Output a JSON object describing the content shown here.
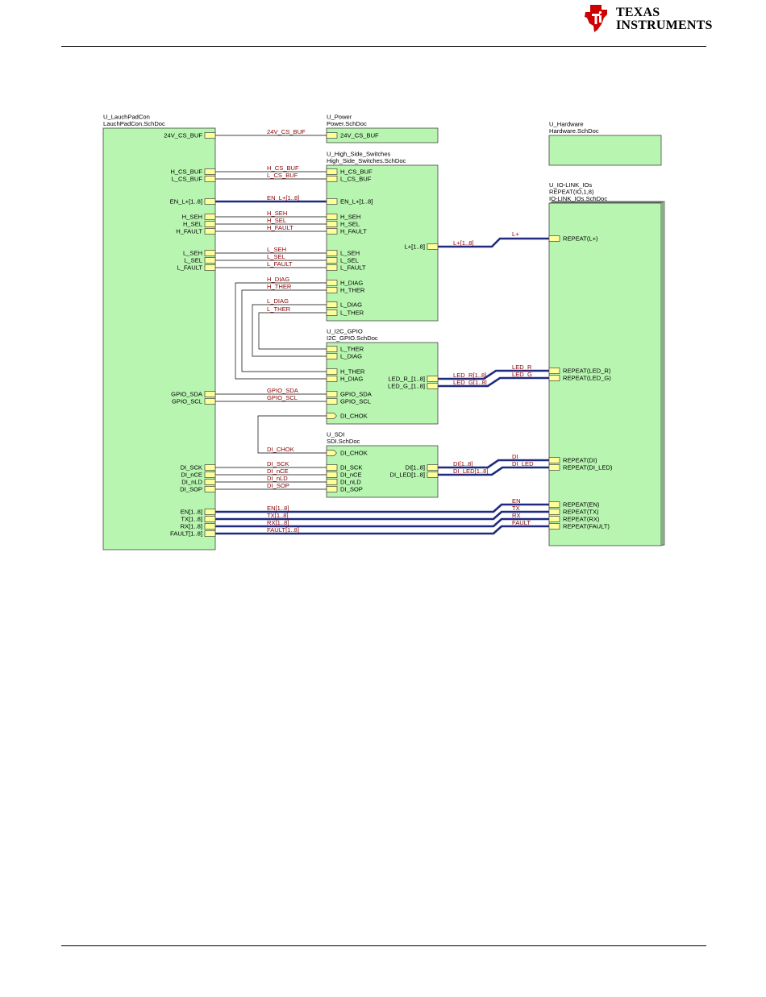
{
  "logo": {
    "line1": "TEXAS",
    "line2": "INSTRUMENTS",
    "icon": "ti-state-logo-icon"
  },
  "colors": {
    "block_fill": "#b7f5b0",
    "block_border": "#444444",
    "port_fill": "#ffff99",
    "bus": "#1f2a80",
    "net_label": "#8b0000"
  },
  "blocks": [
    {
      "id": "launchpad",
      "name": "U_LauchPadCon",
      "file": "LauchPadCon.SchDoc"
    },
    {
      "id": "power",
      "name": "U_Power",
      "file": "Power.SchDoc"
    },
    {
      "id": "hardware",
      "name": "U_Hardware",
      "file": "Hardware.SchDoc"
    },
    {
      "id": "hss",
      "name": "U_High_Side_Switches",
      "file": "High_Side_Switches.SchDoc"
    },
    {
      "id": "iolink",
      "name": "U_IO-LINK_IOs",
      "repeat": "REPEAT(IO,1,8)",
      "file": "IO-LINK_IOs.SchDoc"
    },
    {
      "id": "i2c",
      "name": "U_I2C_GPIO",
      "file": "I2C_GPIO.SchDoc"
    },
    {
      "id": "sdi",
      "name": "U_SDI",
      "file": "SDI.SchDoc"
    }
  ],
  "ports": {
    "launchpad": [
      "24V_CS_BUF",
      "H_CS_BUF",
      "L_CS_BUF",
      "EN_L+[1..8]",
      "H_SEH",
      "H_SEL",
      "H_FAULT",
      "L_SEH",
      "L_SEL",
      "L_FAULT",
      "GPIO_SDA",
      "GPIO_SCL",
      "DI_SCK",
      "DI_nCE",
      "DI_nLD",
      "DI_SOP",
      "EN[1..8]",
      "TX[1..8]",
      "RX[1..8]",
      "FAULT[1..8]"
    ],
    "power": [
      "24V_CS_BUF"
    ],
    "hss": [
      "H_CS_BUF",
      "L_CS_BUF",
      "EN_L+[1..8]",
      "H_SEH",
      "H_SEL",
      "H_FAULT",
      "L_SEH",
      "L_SEL",
      "L_FAULT",
      "H_DIAG",
      "H_THER",
      "L_DIAG",
      "L_THER",
      "L+[1..8]"
    ],
    "i2c": [
      "L_THER",
      "L_DIAG",
      "H_THER",
      "H_DIAG",
      "GPIO_SDA",
      "GPIO_SCL",
      "DI_CHOK",
      "LED_R_[1..8]",
      "LED_G_[1..8]"
    ],
    "sdi": [
      "DI_CHOK",
      "DI_SCK",
      "DI_nCE",
      "DI_nLD",
      "DI_SOP",
      "DI[1..8]",
      "DI_LED[1..8]"
    ],
    "iolink": [
      "REPEAT(L+)",
      "REPEAT(LED_R)",
      "REPEAT(LED_G)",
      "REPEAT(DI)",
      "REPEAT(DI_LED)",
      "REPEAT(EN)",
      "REPEAT(TX)",
      "REPEAT(RX)",
      "REPEAT(FAULT)"
    ]
  },
  "nets": [
    "24V_CS_BUF",
    "H_CS_BUF",
    "L_CS_BUF",
    "EN_L+[1..8]",
    "H_SEH",
    "H_SEL",
    "H_FAULT",
    "L_SEH",
    "L_SEL",
    "L_FAULT",
    "H_DIAG",
    "H_THER",
    "L_DIAG",
    "L_THER",
    "L+[1..8]",
    "L+",
    "LED_R[1..8]",
    "LED_G[1..8]",
    "LED_R",
    "LED_G",
    "GPIO_SDA",
    "GPIO_SCL",
    "DI_CHOK",
    "DI_SCK",
    "DI_nCE",
    "DI_nLD",
    "DI_SOP",
    "DI[1..8]",
    "DI_LED[1..8]",
    "DI",
    "DI_LED",
    "EN[1..8]",
    "TX[1..8]",
    "RX[1..8]",
    "FAULT[1..8]",
    "EN",
    "TX",
    "RX",
    "FAULT"
  ]
}
